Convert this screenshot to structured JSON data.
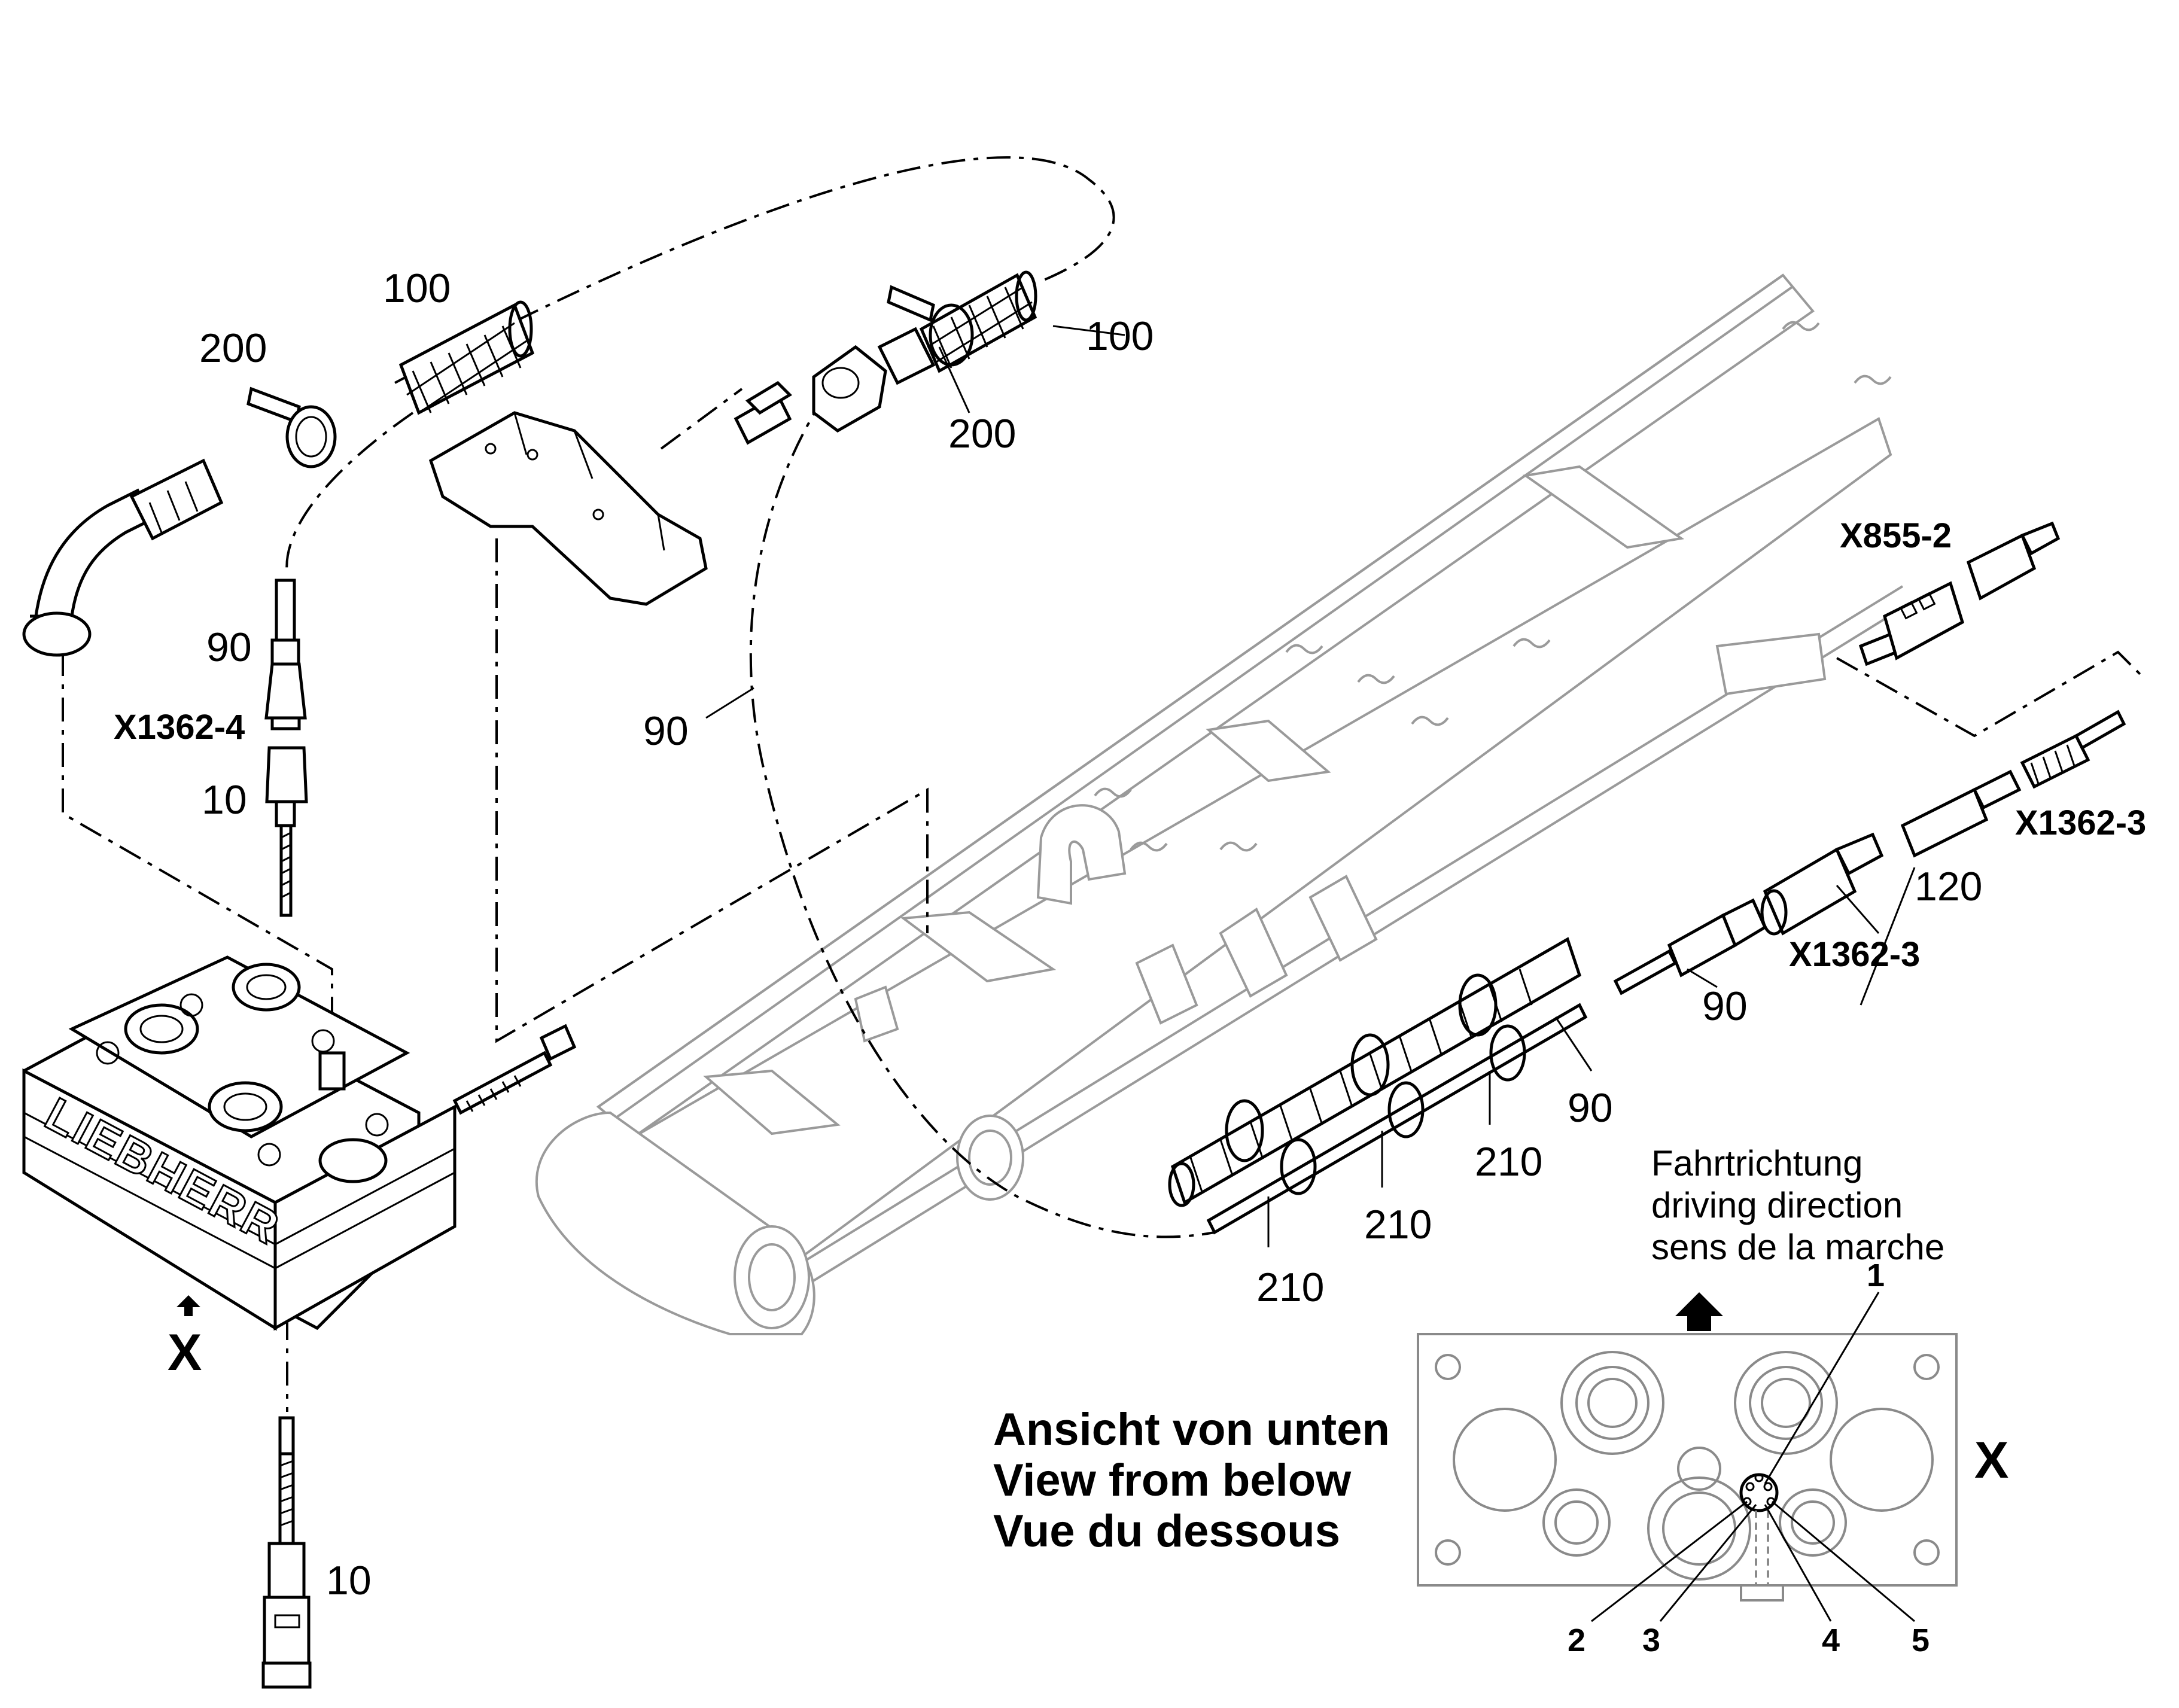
{
  "callouts": {
    "c100_left": "100",
    "c200_left": "200",
    "c100_right": "100",
    "c200_right": "200",
    "c90_sensor": "90",
    "c_x1362_4": "X1362-4",
    "c10_top": "10",
    "c90_cable": "90",
    "c_x855_2": "X855-2",
    "c_x1362_3_right": "X1362-3",
    "c120": "120",
    "c_x1362_3_mid": "X1362-3",
    "c90_plug": "90",
    "c90_tube": "90",
    "c210_a": "210",
    "c210_b": "210",
    "c210_c": "210",
    "c10_bottom": "10"
  },
  "valve_block": {
    "brand": "LIEBHERR",
    "view_marker": "X"
  },
  "direction_note": {
    "line1": "Fahrtrichtung",
    "line2": "driving direction",
    "line3": "sens de la marche"
  },
  "bottom_view": {
    "line1": "Ansicht von unten",
    "line2": "View from below",
    "line3": "Vue du dessous",
    "marker": "X",
    "pins": [
      "1",
      "2",
      "3",
      "4",
      "5"
    ]
  }
}
